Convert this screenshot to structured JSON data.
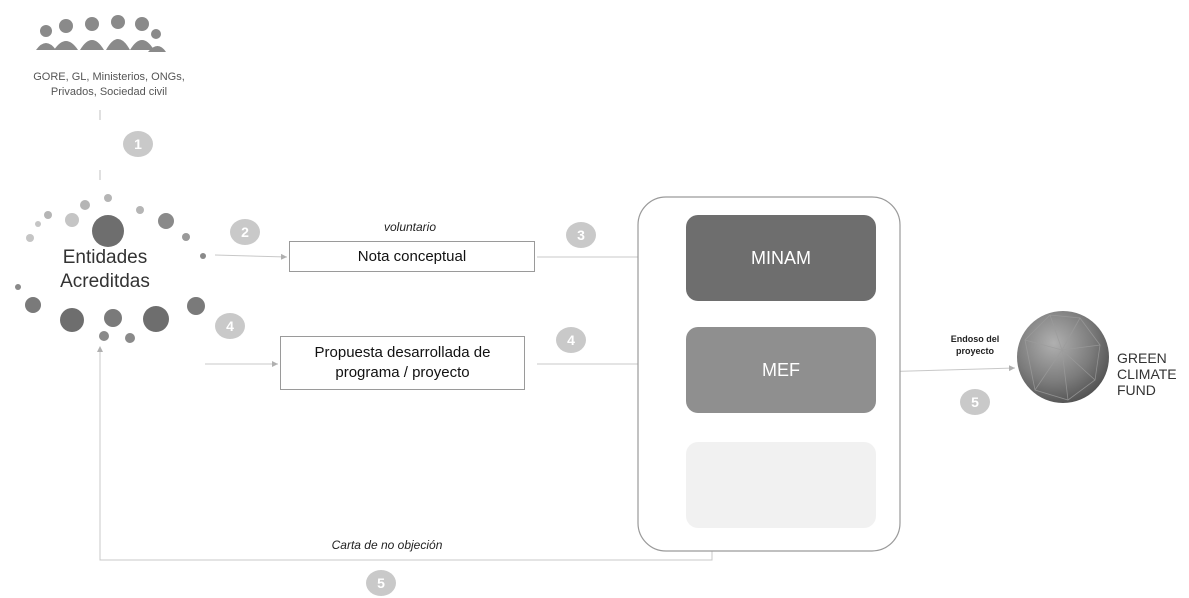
{
  "stakeholders": {
    "icon": "people-group-icon",
    "caption_line1": "GORE, GL, Ministerios, ONGs,",
    "caption_line2": "Privados, Sociedad civil"
  },
  "entities": {
    "line1": "Entidades",
    "line2": "Acreditdas"
  },
  "steps": {
    "s1": "1",
    "s2": "2",
    "s3": "3",
    "s4a": "4",
    "s4b": "4",
    "s5a": "5",
    "s5b": "5"
  },
  "nota": {
    "label_above": "voluntario",
    "box_text": "Nota conceptual"
  },
  "propuesta": {
    "line1": "Propuesta desarrollada de",
    "line2": "programa / proyecto"
  },
  "panel": {
    "minam": "MINAM",
    "mef": "MEF"
  },
  "endoso": {
    "line1": "Endoso del",
    "line2": "proyecto"
  },
  "gcf": {
    "line1": "GREEN",
    "line2": "CLIMATE",
    "line3": "FUND",
    "icon": "globe-icon"
  },
  "carta": "Carta de no objeción",
  "colors": {
    "minam_box": "#6e6e6e",
    "mef_box": "#8f8f8f",
    "faded_box": "#f1f1f1",
    "step_circle": "#c9c9c9",
    "dots": "#7a7a7a"
  }
}
